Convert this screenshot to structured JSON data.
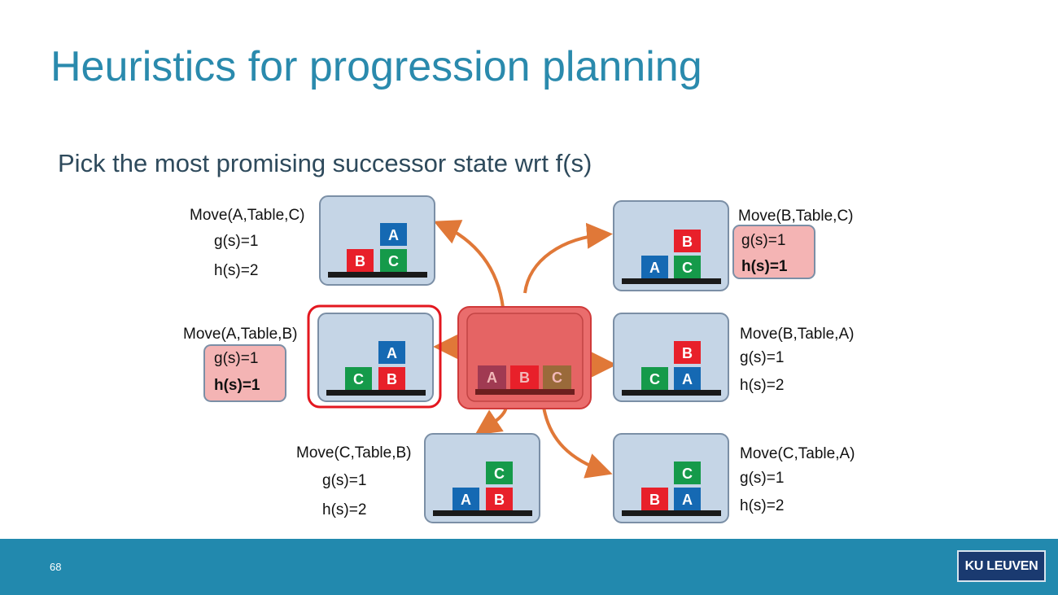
{
  "slide": {
    "title": "Heuristics for progression planning",
    "subtitle": "Pick the most promising successor state wrt f(s)",
    "page_number": "68",
    "logo_text": "KU LEUVEN"
  },
  "colors": {
    "accent": "#2a8aad",
    "footer": "#2289ae",
    "block_red": "#e8202a",
    "block_blue": "#1569b3",
    "block_green": "#159a4a",
    "arrow": "#e07838",
    "highlight_box": "#f4b4b4"
  },
  "diagram": {
    "initial_state": {
      "blocks": [
        "A",
        "B",
        "C"
      ]
    },
    "successors": [
      {
        "action": "Move(A,Table,C)",
        "g": "g(s)=1",
        "h": "h(s)=2",
        "highlight": false,
        "selected": false
      },
      {
        "action": "Move(B,Table,C)",
        "g": "g(s)=1",
        "h": "h(s)=1",
        "highlight": true,
        "selected": false
      },
      {
        "action": "Move(A,Table,B)",
        "g": "g(s)=1",
        "h": "h(s)=1",
        "highlight": true,
        "selected": true
      },
      {
        "action": "Move(B,Table,A)",
        "g": "g(s)=1",
        "h": "h(s)=2",
        "highlight": false,
        "selected": false
      },
      {
        "action": "Move(C,Table,B)",
        "g": "g(s)=1",
        "h": "h(s)=2",
        "highlight": false,
        "selected": false
      },
      {
        "action": "Move(C,Table,A)",
        "g": "g(s)=1",
        "h": "h(s)=2",
        "highlight": false,
        "selected": false
      }
    ]
  }
}
